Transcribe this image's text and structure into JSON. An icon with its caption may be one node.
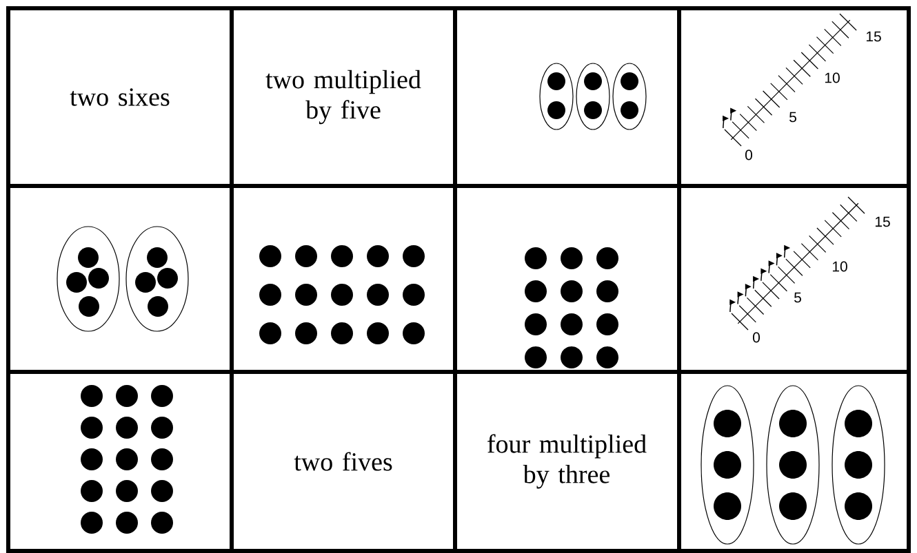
{
  "diagram": {
    "labels": [
      "two sixes",
      "two multiplied by five",
      "15",
      "10",
      "5",
      "0",
      "15",
      "10",
      "5",
      "0",
      "two fives",
      "four multiplied by three"
    ]
  }
}
